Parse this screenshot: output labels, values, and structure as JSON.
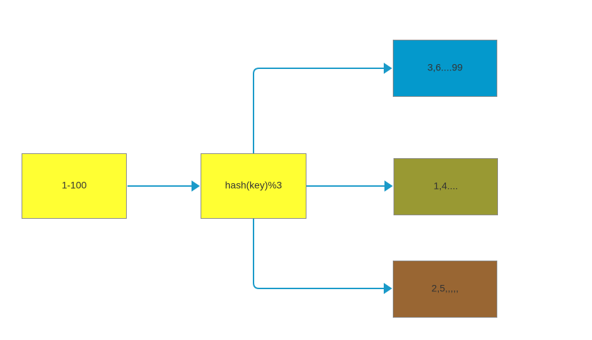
{
  "diagram": {
    "source": {
      "label": "1-100",
      "fill": "#ffff33"
    },
    "hash": {
      "label": "hash(key)%3",
      "fill": "#ffff33"
    },
    "outputs": [
      {
        "label": "3,6....99",
        "fill": "#0499cc"
      },
      {
        "label": "1,4....",
        "fill": "#999933"
      },
      {
        "label": "2,5,,,,,",
        "fill": "#996633"
      }
    ],
    "edge_color": "#1a9ac9",
    "node_border": "#8a8a8a"
  }
}
